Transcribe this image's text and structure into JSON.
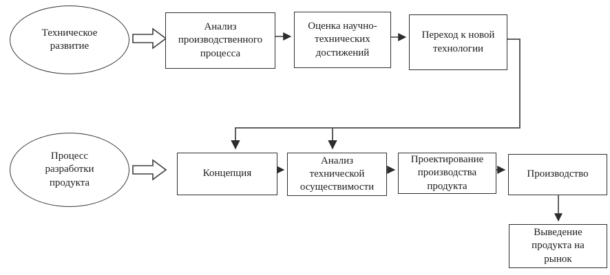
{
  "diagram": {
    "type": "flowchart",
    "language": "ru",
    "colors": {
      "background": "#ffffff",
      "line": "#3c3c3c",
      "text": "#1c1c1c",
      "node_fill": "#ffffff"
    },
    "top_row": {
      "source": {
        "label": "Техническое\nразвитие"
      },
      "boxes": [
        {
          "label": "Анализ\nпроизводственного\nпроцесса"
        },
        {
          "label": "Оценка научно-\nтехнических\nдостижений"
        },
        {
          "label": "Переход к новой\nтехнологии"
        }
      ]
    },
    "bottom_row": {
      "source": {
        "label": "Процесс\nразработки\nпродукта"
      },
      "boxes": [
        {
          "label": "Концепция"
        },
        {
          "label": "Анализ\nтехнической\nосуществимости"
        },
        {
          "label": "Проектирование\nпроизводства\nпродукта"
        },
        {
          "label": "Производство"
        },
        {
          "label": "Выведение\nпродукта на\nрынок"
        }
      ]
    },
    "connections": [
      "Техническое развитие -> Анализ производственного процесса",
      "Анализ производственного процесса -> Оценка научно-технических достижений",
      "Оценка научно-технических достижений -> Переход к новой технологии",
      "Переход к новой технологии -> Концепция",
      "Переход к новой технологии -> Анализ технической осуществимости",
      "Процесс разработки продукта -> Концепция",
      "Концепция -> Анализ технической осуществимости",
      "Анализ технической осуществимости -> Проектирование производства продукта",
      "Проектирование производства продукта -> Производство",
      "Производство -> Выведение продукта на рынок"
    ]
  }
}
